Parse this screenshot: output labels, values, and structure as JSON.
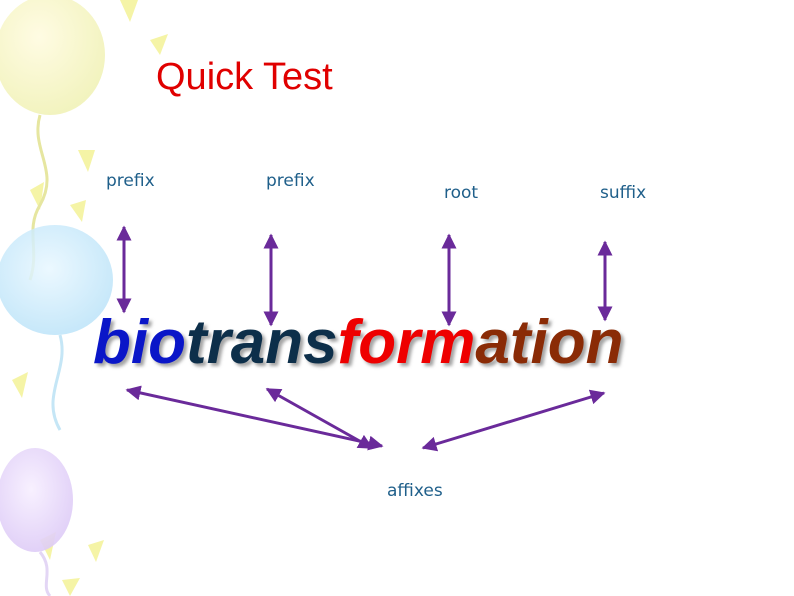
{
  "title": "Quick Test",
  "labels": {
    "prefix_1": "prefix",
    "prefix_2": "prefix",
    "root": "root",
    "suffix": "suffix",
    "affixes": "affixes"
  },
  "word_parts": [
    {
      "text": "bio",
      "color": "#0a16c8"
    },
    {
      "text": "trans",
      "color": "#0d2f4a"
    },
    {
      "text": "form",
      "color": "#ee0000"
    },
    {
      "text": "ation",
      "color": "#8a2b06"
    }
  ],
  "colors": {
    "title": "#e00000",
    "label": "#1f5f8a",
    "arrow": "#6a2a9a"
  }
}
